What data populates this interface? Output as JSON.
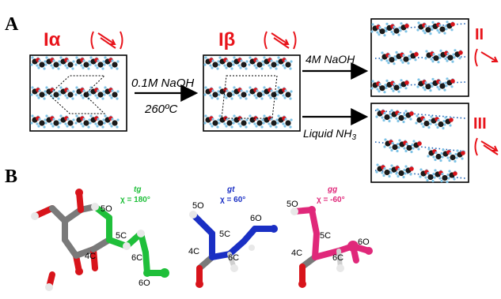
{
  "panel_a": {
    "label": "A",
    "phases": {
      "i_alpha": "Iα",
      "i_beta": "Iβ",
      "ii": "II",
      "iii": "III"
    },
    "arrows": {
      "alpha_to_beta_top": "0.1M NaOH",
      "alpha_to_beta_bottom": "260ºC",
      "beta_to_ii": "4M NaOH",
      "beta_to_iii": "Liquid NH3"
    }
  },
  "panel_b": {
    "label": "B",
    "conformers": [
      {
        "name": "tg",
        "chi": "χ = 180°",
        "color": "#1fbf3a"
      },
      {
        "name": "gt",
        "chi": "χ = 60°",
        "color": "#1a2fc4"
      },
      {
        "name": "gg",
        "chi": "χ = -60°",
        "color": "#e0287a"
      }
    ],
    "atom_labels": {
      "o5": "5O",
      "c5": "5C",
      "c4": "4C",
      "c6": "6C",
      "o6": "6O"
    }
  },
  "colors": {
    "accent_red": "#e8141b",
    "carbon": "#1a1a1a",
    "oxygen": "#d8141b",
    "hydrogen": "#7ec3e6",
    "hbond": "#1a5fb4"
  }
}
